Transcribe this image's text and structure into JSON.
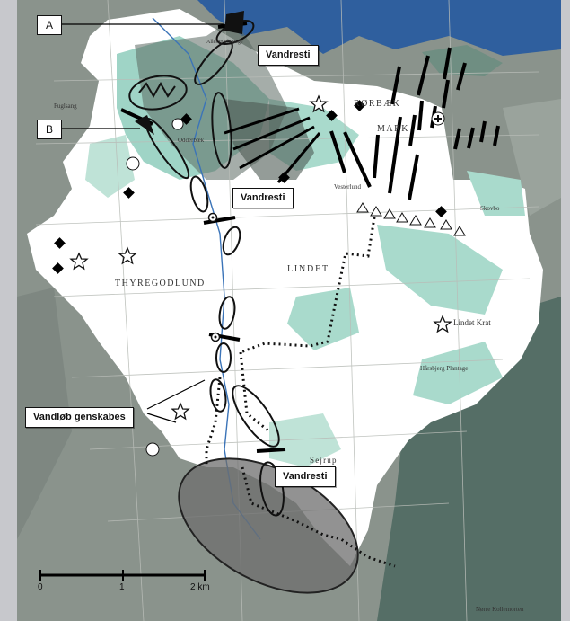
{
  "labels": {
    "marker_a": "A",
    "marker_b": "B",
    "vandresti_1": "Vandresti",
    "vandresti_2": "Vandresti",
    "vandresti_3": "Vandresti",
    "vandlob": "Vandløb genskabes"
  },
  "place_names": {
    "thyregodlund": "THYREGODLUND",
    "lindet": "LINDET",
    "rorbaek": "RØRBÆK",
    "mark": "MARK",
    "lindet_krat": "Lindet Krat",
    "sejrup": "Sejrup",
    "fuglsang": "Fuglsang",
    "odderbaek": "Odderbæk",
    "vesterlund": "Vesterlund",
    "narre": "Nørre Kollemorten",
    "harsbjerg": "Hårsbjerg Plantage",
    "skovbo": "Skovbo",
    "allerup": "Allerup Plantage"
  },
  "scale_bar": {
    "tick_0": "0",
    "tick_1": "1",
    "tick_2": "2 km"
  },
  "colors": {
    "project_area": "#ffffff",
    "meadow": "#9fd4c6",
    "forest": "#3f5a52",
    "base_map": "#8a938c",
    "water": "#2f5f9e",
    "marker_line": "#000000"
  }
}
